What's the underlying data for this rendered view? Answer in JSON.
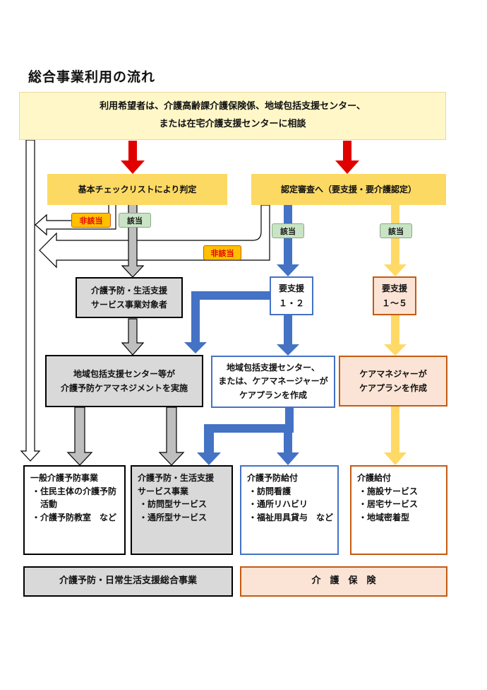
{
  "title": "総合事業利用の流れ",
  "consult": {
    "line1": "利用希望者は、介護高齢課介護保険係、地域包括支援センター、",
    "line2": "または在宅介護支援センターに相談"
  },
  "checklist": "基本チェックリストにより判定",
  "nintei": "認定審査へ（要支援・要介護認定）",
  "badges": {
    "higaito": "非該当",
    "gaito": "該当"
  },
  "target": {
    "line1": "介護予防・生活支援",
    "line2": "サービス事業対象者"
  },
  "youshien12": {
    "line1": "要支援",
    "line2": "１・２"
  },
  "youshien15": {
    "line1": "要支援",
    "line2": "１～５"
  },
  "center": {
    "line1": "地域包括支援センター等が",
    "line2": "介護予防ケアマネジメントを実施"
  },
  "centerplan": {
    "line1": "地域包括支援センター、",
    "line2": "または、ケアマネージャーが",
    "line3": "ケアプランを作成"
  },
  "caremanager": {
    "line1": "ケアマネジャーが",
    "line2": "ケアプランを作成"
  },
  "ippan": {
    "heading": "一般介護予防事業",
    "items": [
      "・住民主体の介護予防",
      "活動",
      "・介護予防教室　など"
    ]
  },
  "seikatsu": {
    "heading1": "介護予防・生活支援",
    "heading2": "サービス事業",
    "items": [
      "・訪問型サービス",
      "・通所型サービス"
    ]
  },
  "yobokyufu": {
    "heading": "介護予防給付",
    "items": [
      "・訪問看護",
      "・通所リハビリ",
      "・福祉用具貸与　など"
    ]
  },
  "kaigokyufu": {
    "heading": "介護給付",
    "items": [
      "・施設サービス",
      "・居宅サービス",
      "・地域密着型"
    ]
  },
  "footer": {
    "sogo": "介護予防・日常生活支援総合事業",
    "hoken": "介　護　保　険"
  },
  "colors": {
    "yellow_light": "#fff7c8",
    "yellow": "#fcd963",
    "red": "#e00000",
    "blue": "#4472c4",
    "orange_border": "#c55a11",
    "orange_fill": "#fbe4d5",
    "gold_arrow": "#ffd966",
    "gray": "#bfbfbf",
    "gray_fill": "#d9d9d9",
    "green_badge": "#c9e4c5",
    "orange_badge": "#ffc000"
  }
}
